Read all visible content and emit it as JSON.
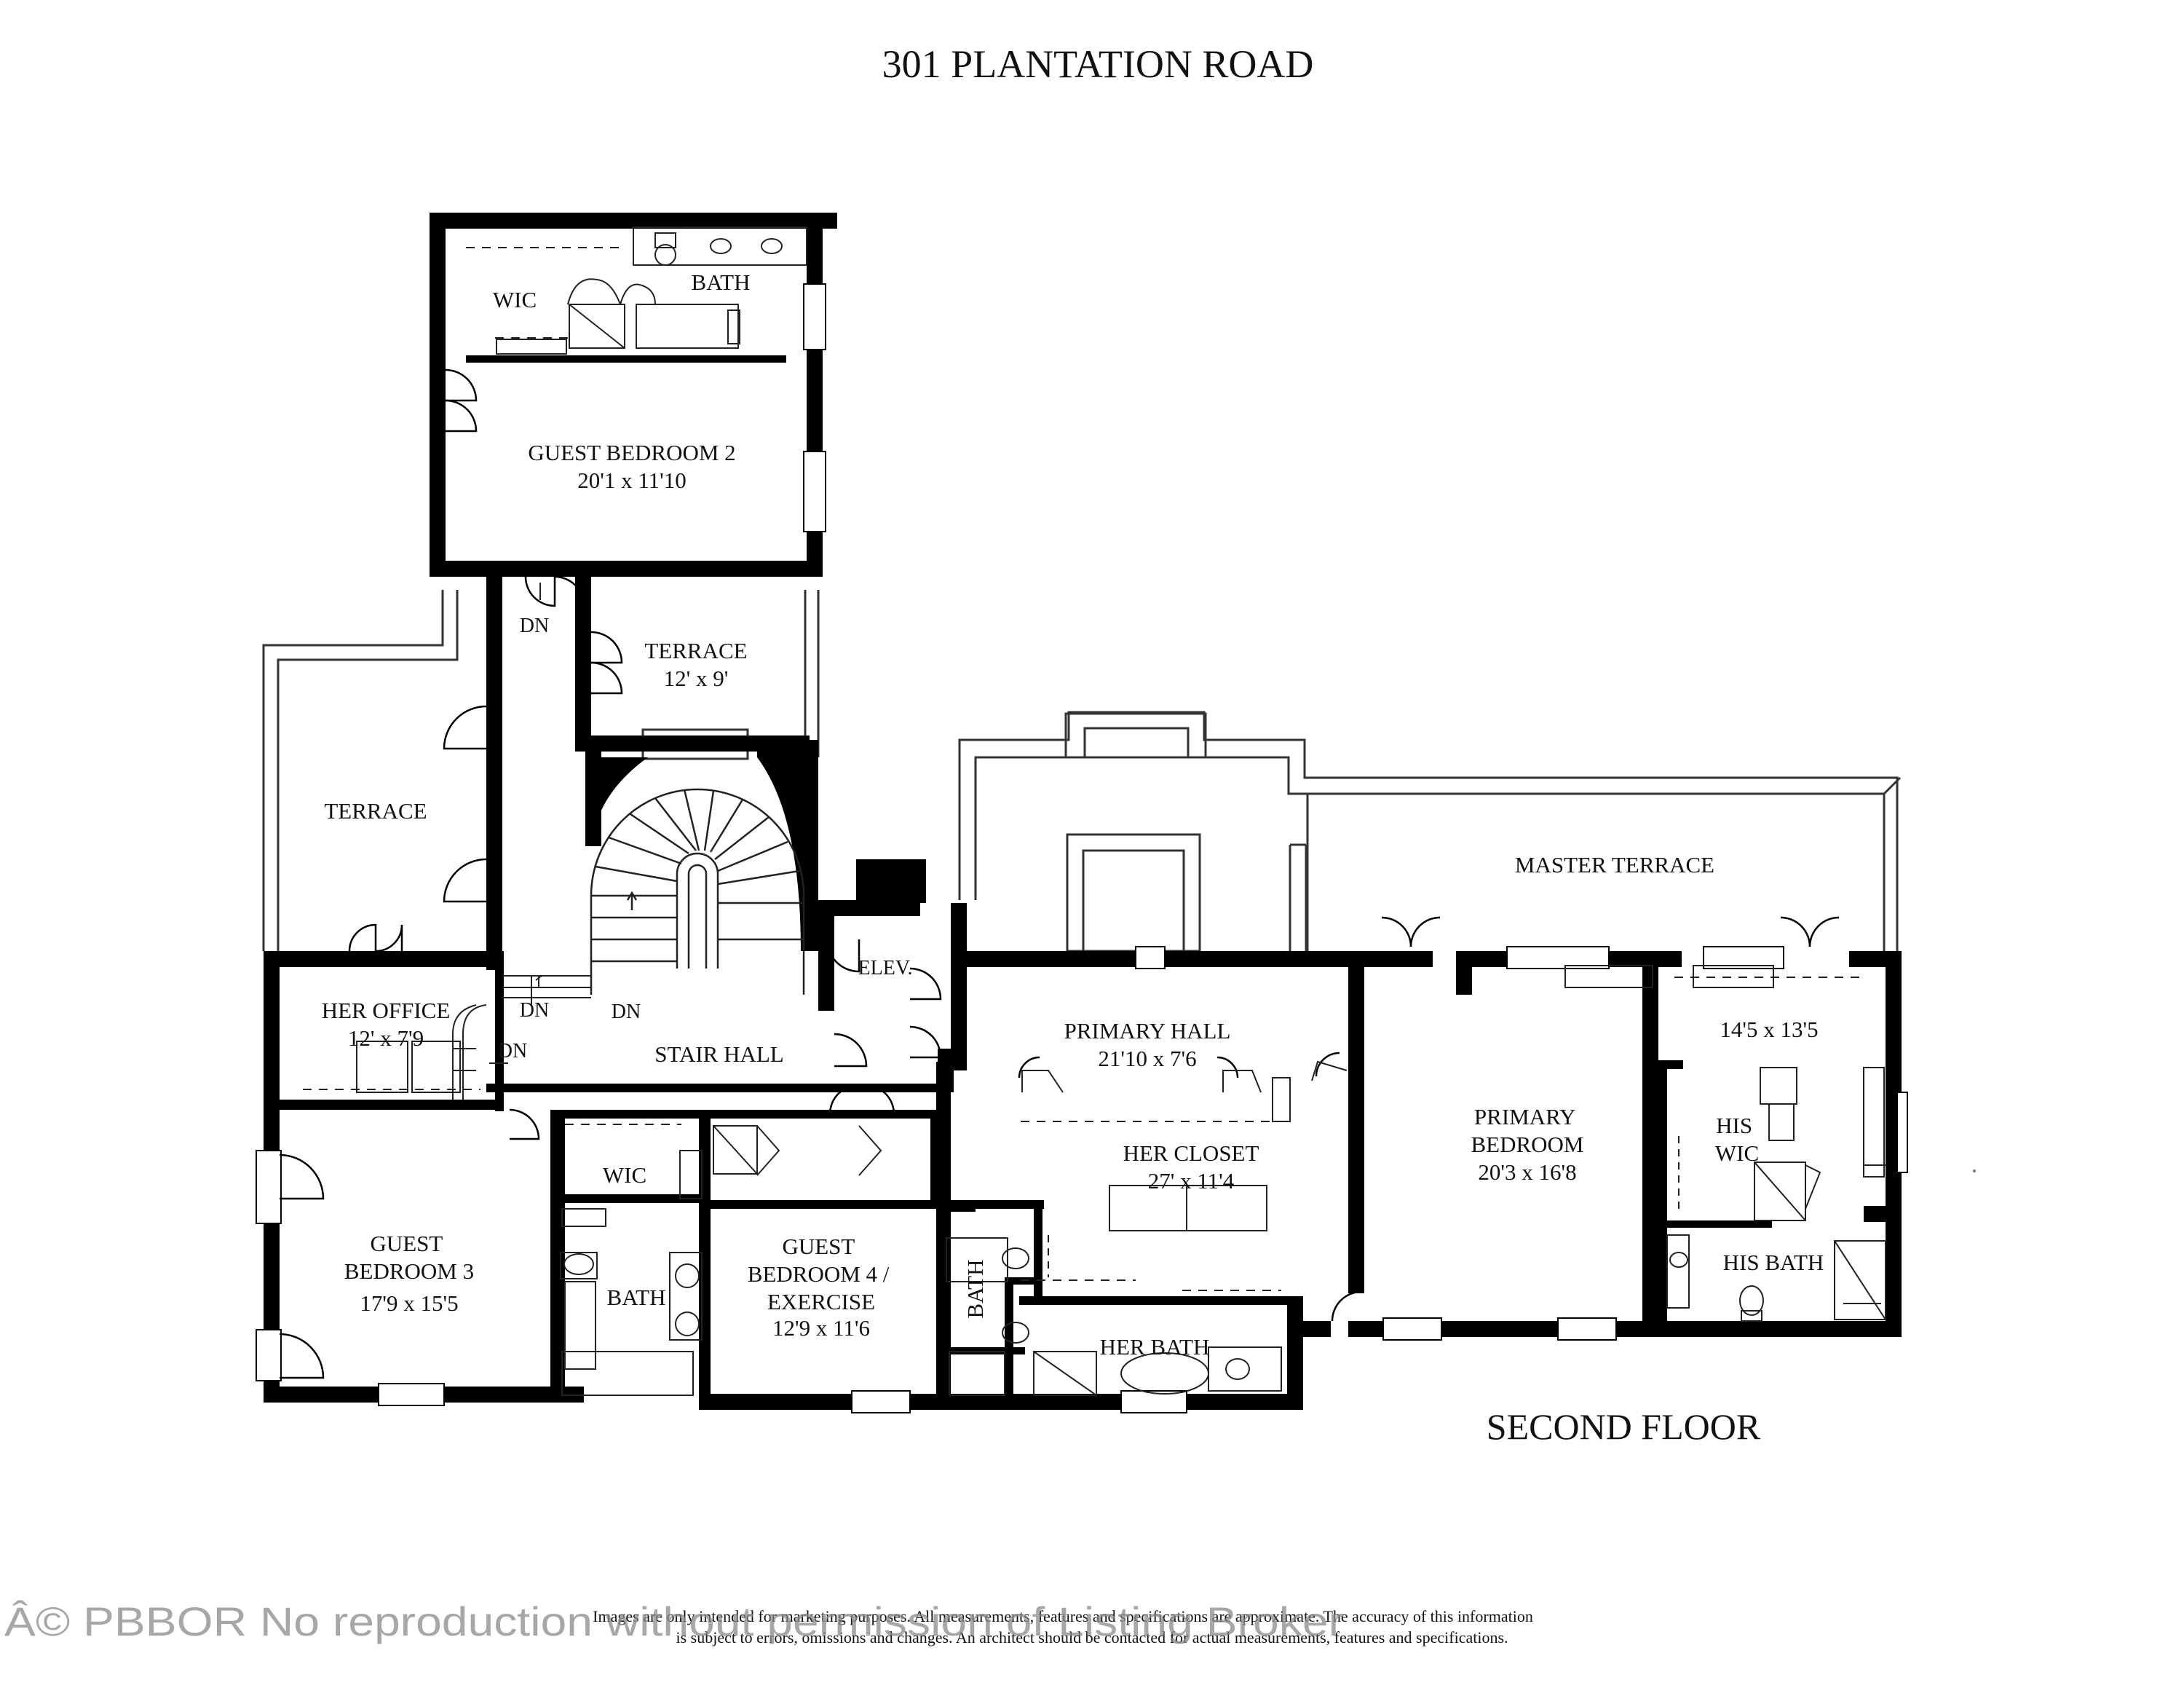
{
  "title": "301 PLANTATION ROAD",
  "floor_label": "SECOND FLOOR",
  "rooms": [
    {
      "name": "WIC"
    },
    {
      "name": "BATH"
    },
    {
      "name": "GUEST BEDROOM 2",
      "dims": "20'1 x 11'10"
    },
    {
      "name": "TERRACE",
      "dims": "12' x 9'"
    },
    {
      "name": "TERRACE"
    },
    {
      "name": "MASTER TERRACE"
    },
    {
      "name": "ELEV."
    },
    {
      "name": "HER OFFICE",
      "dims": "12' x 7'9"
    },
    {
      "name": "STAIR HALL"
    },
    {
      "name": "PRIMARY HALL",
      "dims": "21'10 x 7'6"
    },
    {
      "name": "HER CLOSET",
      "dims": "27' x 11'4"
    },
    {
      "name": "PRIMARY BEDROOM",
      "dims": "20'3 x 16'8"
    },
    {
      "name": "",
      "dims": "14'5 x 13'5"
    },
    {
      "name": "HIS WIC"
    },
    {
      "name": "HIS BATH"
    },
    {
      "name": "GUEST BEDROOM 3",
      "dims": "17'9 x 15'5"
    },
    {
      "name": "WIC"
    },
    {
      "name": "BATH"
    },
    {
      "name": "GUEST BEDROOM 4 / EXERCISE",
      "dims": "12'9 x 11'6"
    },
    {
      "name": "BATH"
    },
    {
      "name": "HER BATH"
    }
  ],
  "stair_labels": [
    "DN",
    "DN",
    "DN",
    "DN"
  ],
  "disclaimer": [
    "Images are only intended for marketing purposes. All measurements, features and specifications are approximate. The accuracy of this information",
    "is subject to errors, omissions and changes. An architect should be contacted for actual measurements, features and specifications."
  ],
  "watermark": "Â© PBBOR No reproduction without permission of Listing Broker",
  "colors": {
    "wall": "#000000",
    "line": "#222222",
    "background": "#ffffff"
  }
}
